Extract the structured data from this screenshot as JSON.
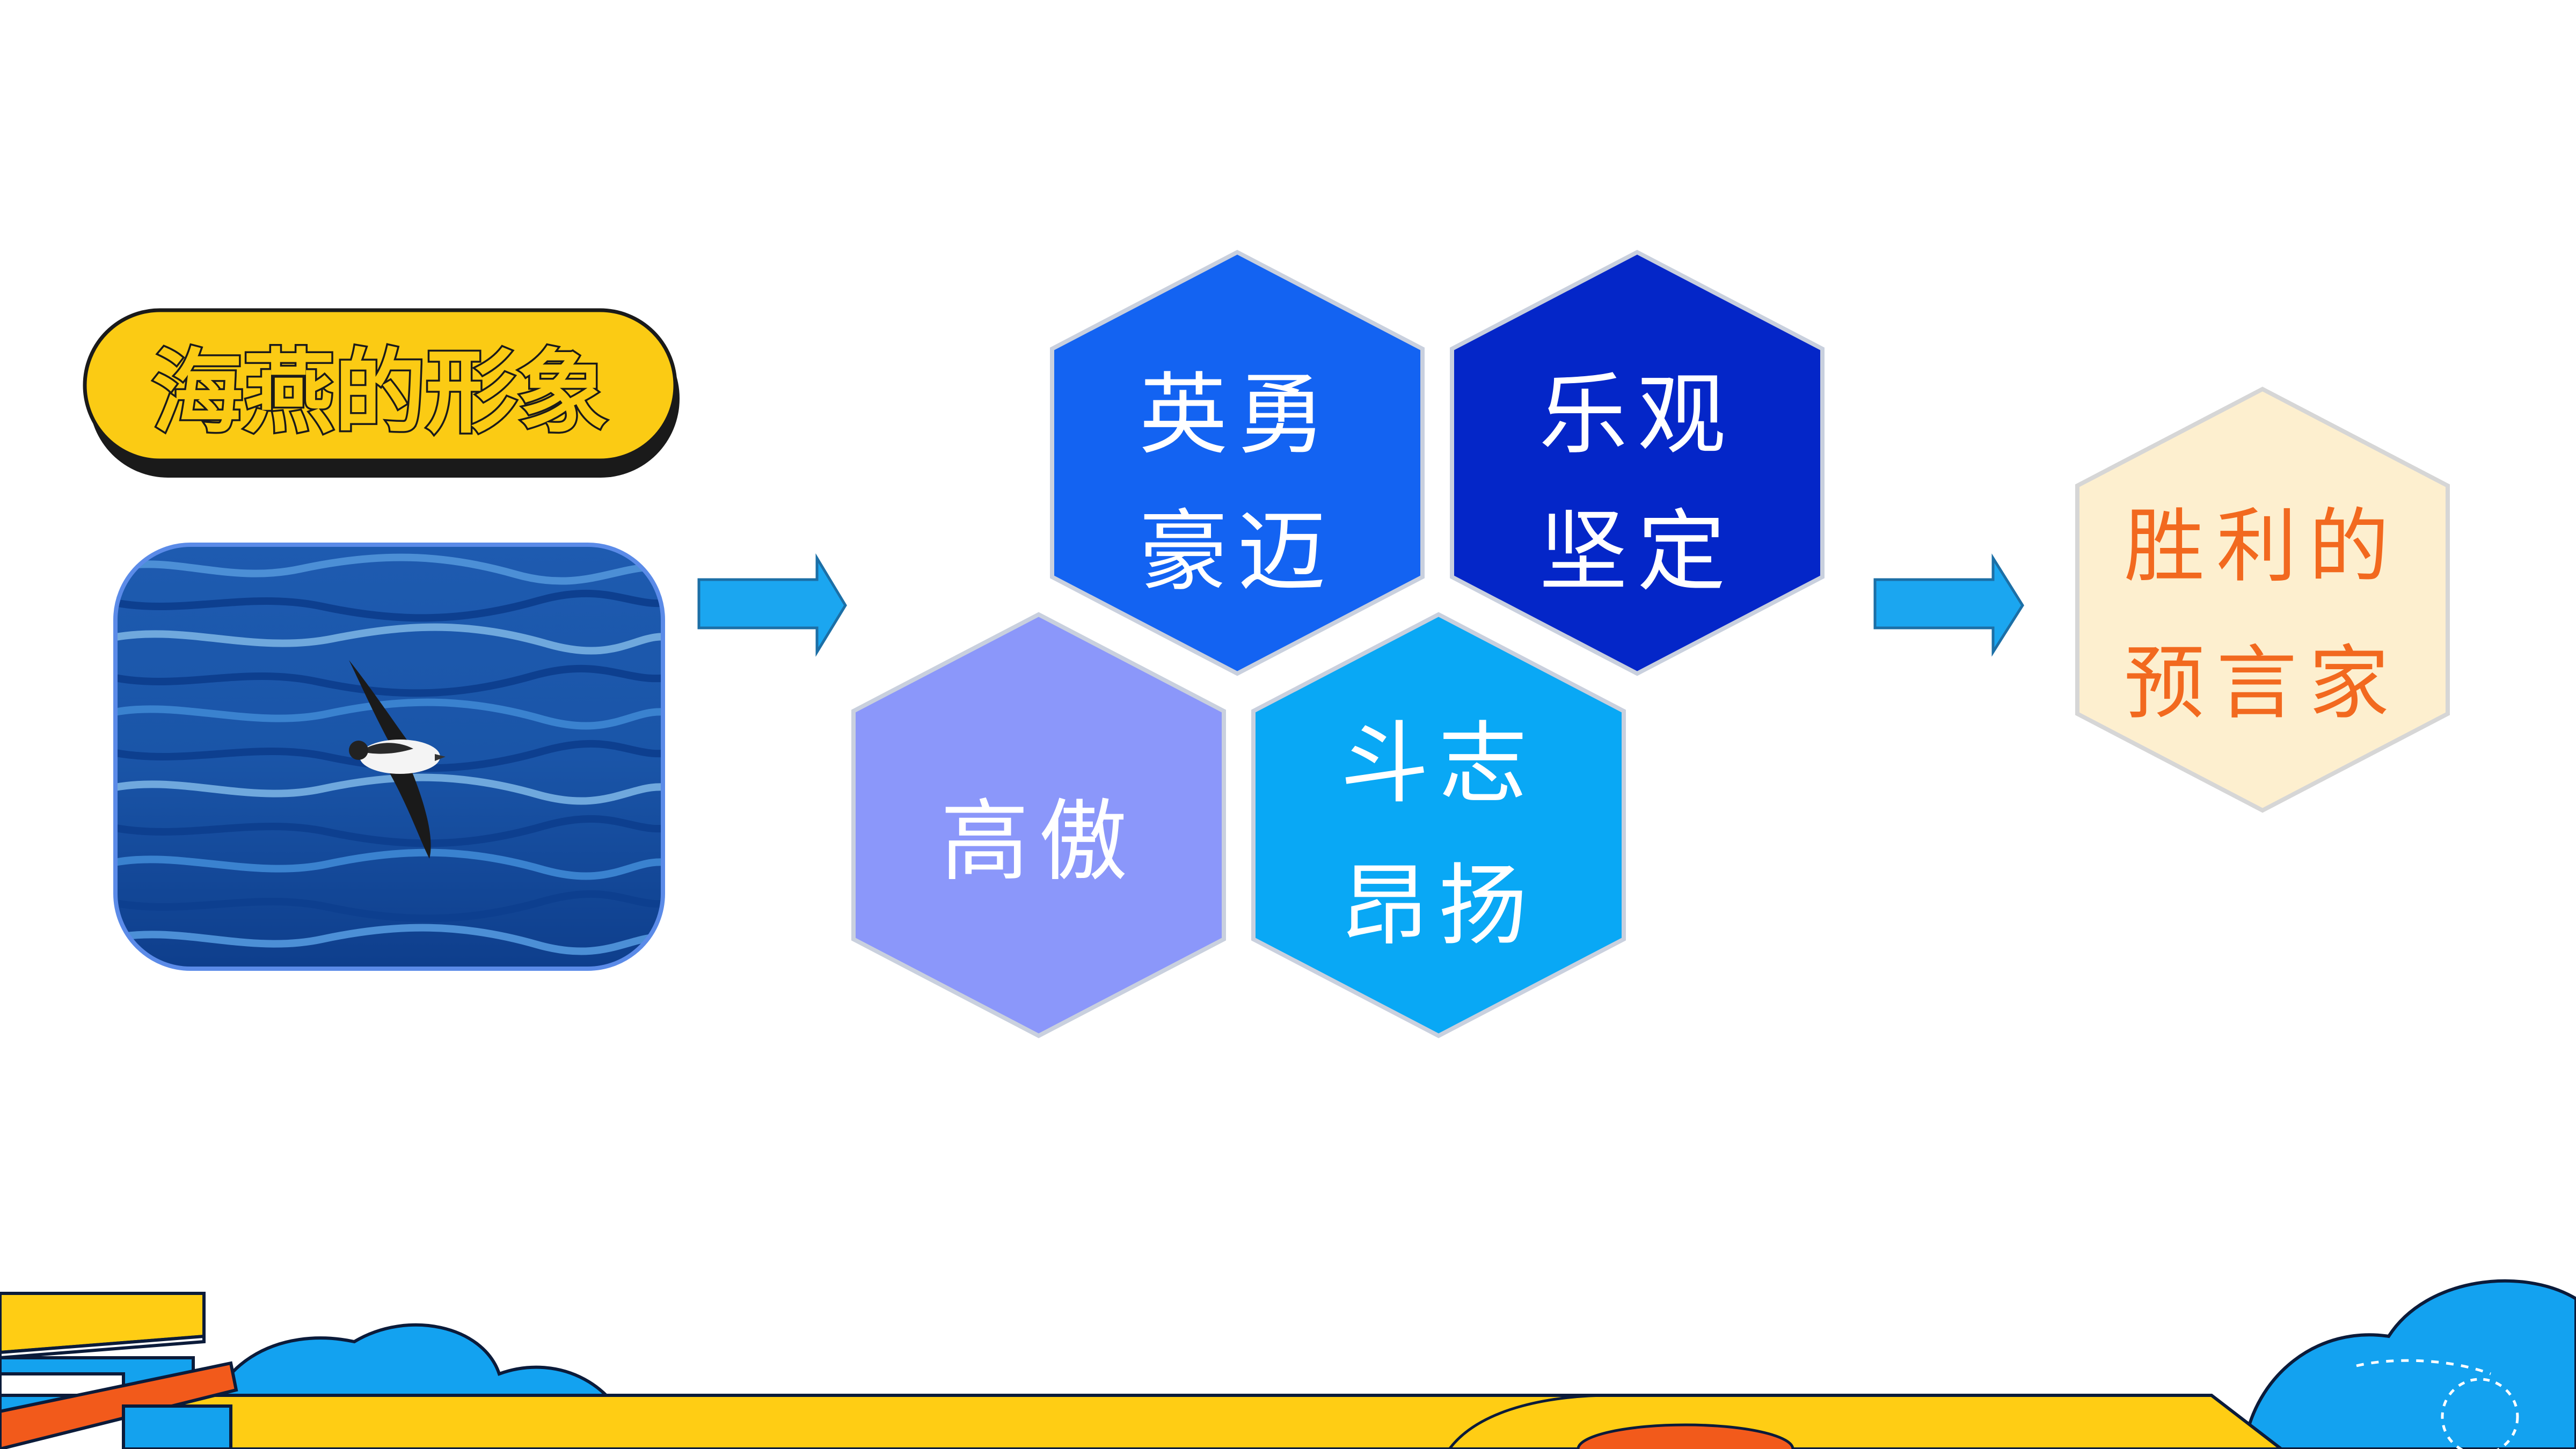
{
  "title": {
    "text": "海燕的形象",
    "pill_color": "#FBCB14",
    "shadow_color": "#1A1A1A"
  },
  "photo": {
    "description_icon": "petrel-over-sea-photo",
    "water_colors": [
      "#0D3F8F",
      "#1E5FB5",
      "#3A82CF",
      "#6FA8DD"
    ]
  },
  "hexagons": [
    {
      "id": "hex-brave",
      "lines": [
        "英勇",
        "豪迈"
      ],
      "fill": "#1363F2",
      "text_color": "#FFFFFF"
    },
    {
      "id": "hex-optimistic",
      "lines": [
        "乐观",
        "坚定"
      ],
      "fill": "#0426C8",
      "text_color": "#FFFFFF"
    },
    {
      "id": "hex-proud",
      "lines": [
        "高傲"
      ],
      "fill": "#8B97FA",
      "text_color": "#FFFFFF"
    },
    {
      "id": "hex-spirited",
      "lines": [
        "斗志",
        "昂扬"
      ],
      "fill": "#09A8F5",
      "text_color": "#FFFFFF"
    },
    {
      "id": "hex-prophet",
      "lines": [
        "胜利的",
        "预言家"
      ],
      "fill": "#FDEFCF",
      "text_color": "#F2691F"
    }
  ],
  "arrows": {
    "color": "#1BA6F0",
    "icon": "right-arrow-icon"
  },
  "footer": {
    "bar_color": "#FFCD14",
    "cloud_color": "#13A2F0",
    "book_colors": [
      "#FFCD14",
      "#14A2EE",
      "#F25A1B"
    ]
  }
}
